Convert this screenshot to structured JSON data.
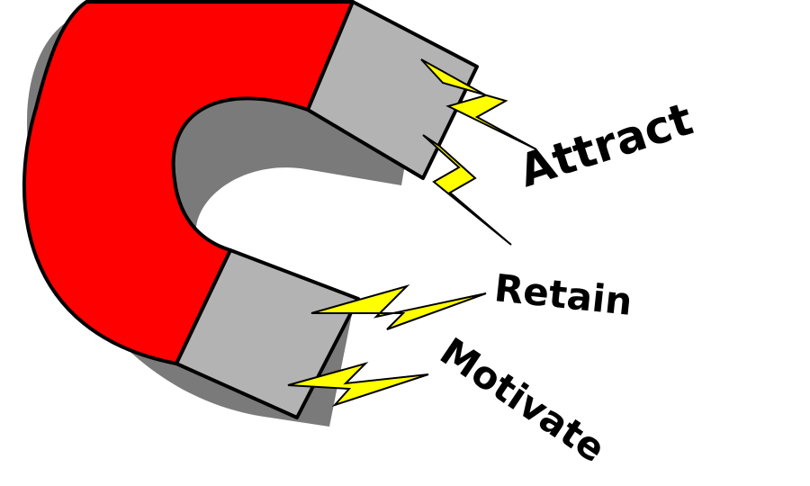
{
  "labels": {
    "attract": "Attract",
    "retain": "Retain",
    "motivate": "Motivate"
  },
  "colors": {
    "magnet_body": "#ff0000",
    "magnet_tips": "#b3b3b3",
    "shadow": "#7a7a7a",
    "outline": "#000000",
    "bolt_fill": "#ffff00",
    "text": "#000000",
    "background": "#ffffff"
  },
  "icons": {
    "magnet": "horseshoe-magnet-icon",
    "bolt": "lightning-bolt-icon"
  }
}
